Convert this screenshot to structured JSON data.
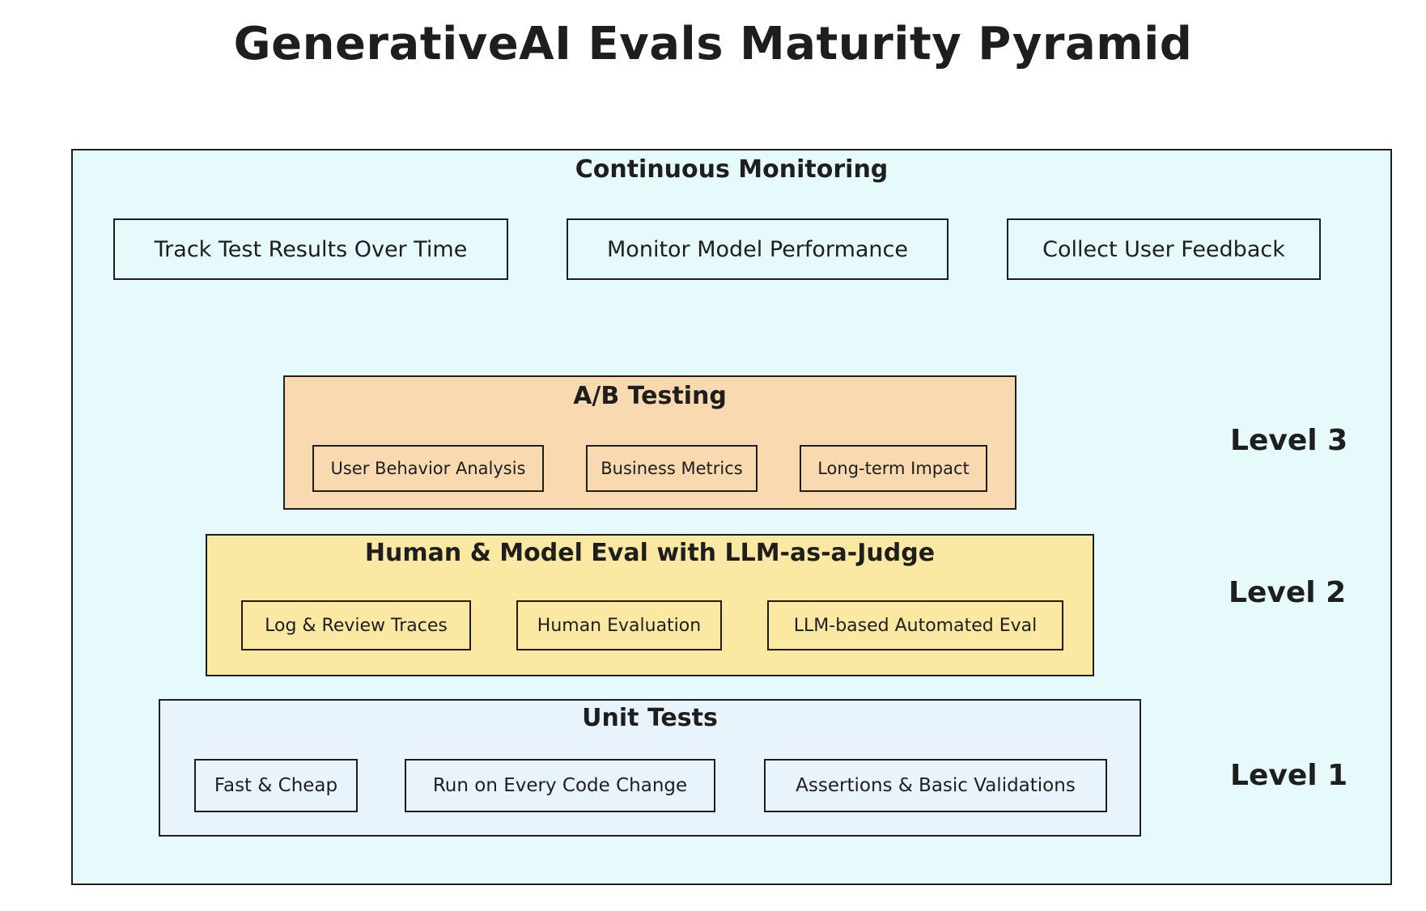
{
  "title": "GenerativeAI Evals Maturity Pyramid",
  "monitoring": {
    "title": "Continuous Monitoring",
    "items": [
      "Track Test Results Over Time",
      "Monitor Model Performance",
      "Collect User Feedback"
    ]
  },
  "ab_testing": {
    "title": "A/B Testing",
    "items": [
      "User Behavior Analysis",
      "Business Metrics",
      "Long-term Impact"
    ]
  },
  "human_model_eval": {
    "title": "Human & Model Eval with LLM-as-a-Judge",
    "items": [
      "Log & Review Traces",
      "Human Evaluation",
      "LLM-based Automated Eval"
    ]
  },
  "unit_tests": {
    "title": "Unit Tests",
    "items": [
      "Fast & Cheap",
      "Run on Every Code Change",
      "Assertions & Basic Validations"
    ]
  },
  "levels": [
    "Level 3",
    "Level 2",
    "Level 1"
  ],
  "colors": {
    "frame_fill": "#e6f9fb",
    "ab_testing_fill": "#f8d9b0",
    "human_model_eval_fill": "#fbe9a3",
    "unit_tests_fill": "#e8f3fc",
    "stroke": "#1e1e1e"
  }
}
